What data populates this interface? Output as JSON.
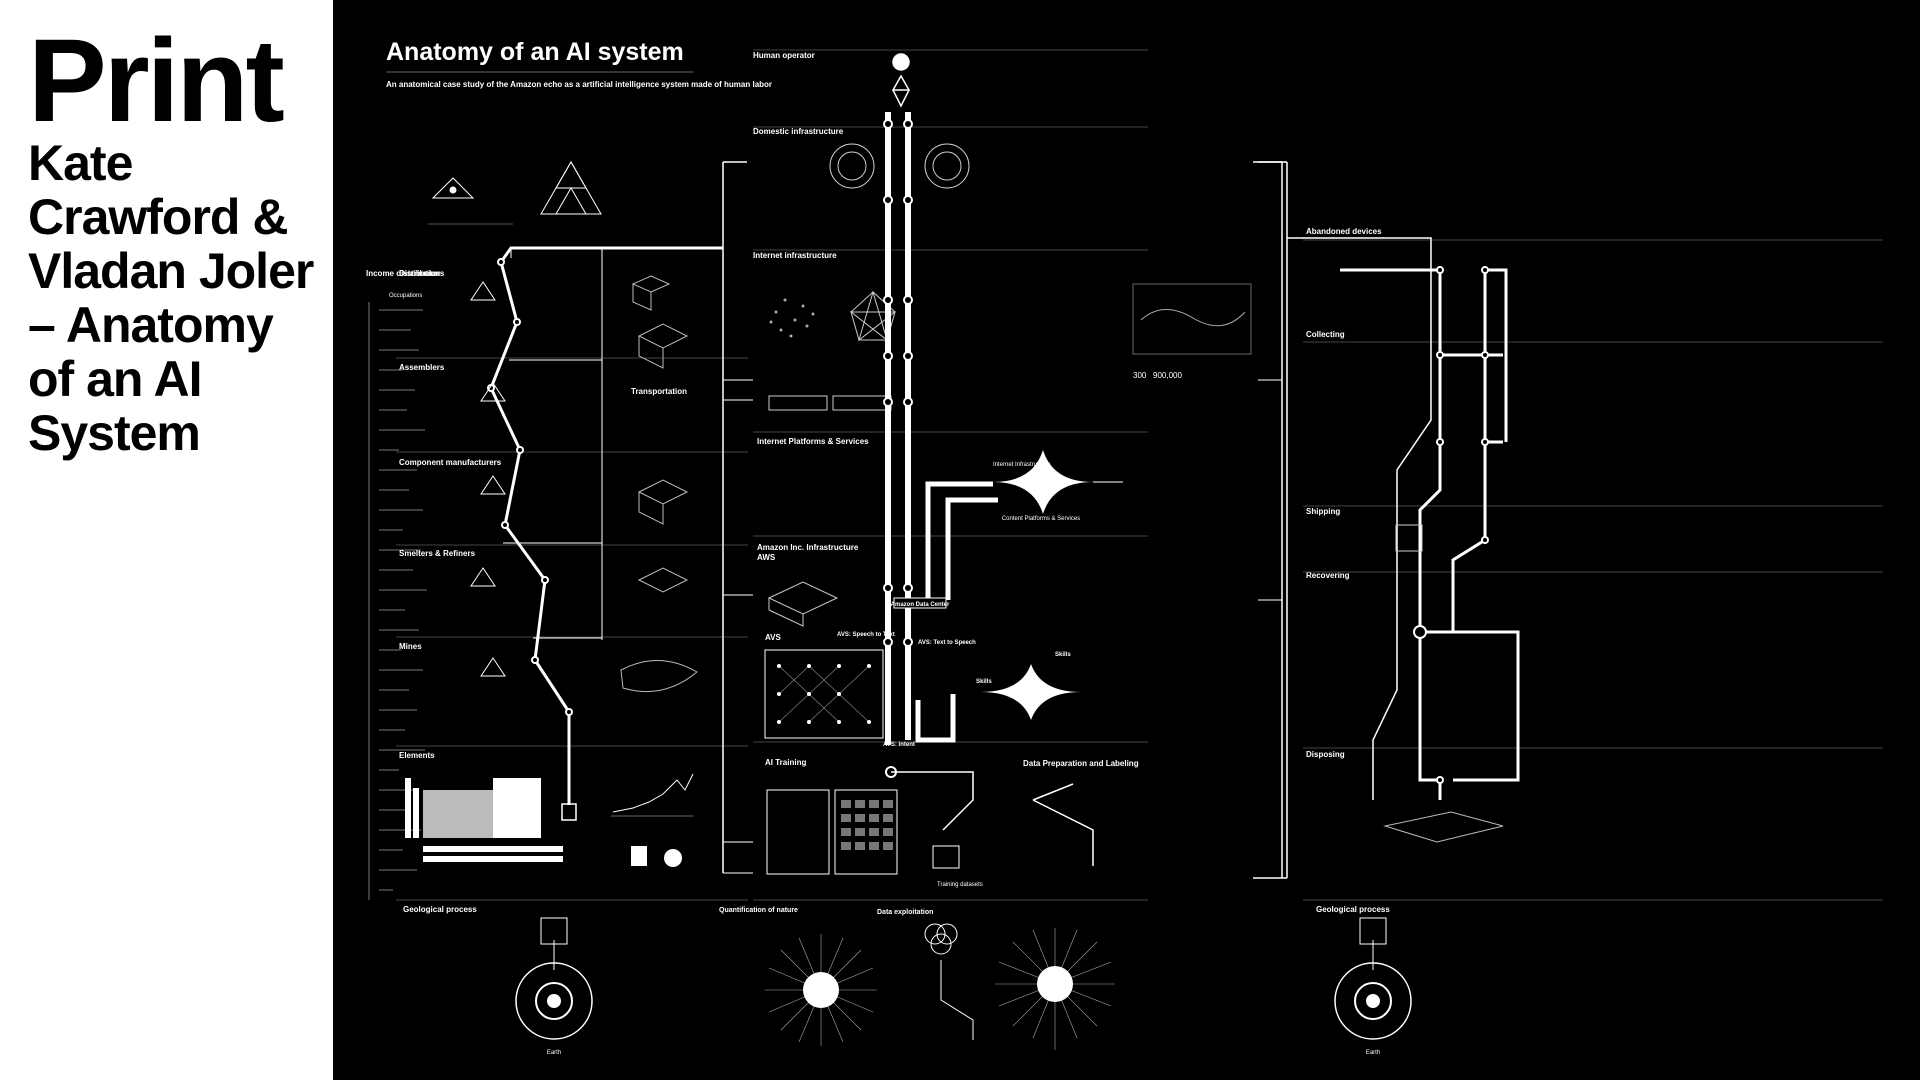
{
  "slide": {
    "kicker": "Print",
    "subtitle": "Kate Crawford & Vladan Joler – Anatomy of an AI System"
  },
  "poster": {
    "title": "Anatomy of an AI system",
    "tagline": "An anatomical case study of the Amazon echo as a artificial intelligence system made of human labor",
    "colors": {
      "background": "#000000",
      "ink": "#ffffff"
    },
    "sections": {
      "human_operator": "Human operator",
      "domestic_infrastructure": "Domestic infrastructure",
      "internet_infrastructure": "Internet infrastructure",
      "internet_platforms": "Internet Platforms & Services",
      "amazon_infrastructure": "Amazon Inc. Infrastructure",
      "aws": "AWS",
      "avs": "AVS",
      "ai_training": "AI Training",
      "data_preparation": "Data Preparation and Labeling",
      "income_distribution": "Income distribution",
      "occupations": "Occupations",
      "distributors": "Distributors",
      "assemblers": "Assemblers",
      "component_manufacturers": "Component manufacturers",
      "smelters": "Smelters & Refiners",
      "mines": "Mines",
      "elements": "Elements",
      "transportation": "Transportation",
      "abandoned_devices": "Abandoned devices",
      "collecting": "Collecting",
      "shipping": "Shipping",
      "recovering": "Recovering",
      "disposing": "Disposing",
      "geological_left": "Geological process",
      "geological_right": "Geological process",
      "quantification": "Quantification of nature",
      "data_exploitation": "Data exploitation",
      "earth_left": "Earth",
      "earth_right": "Earth"
    },
    "labels": {
      "amazon_data_center": "Amazon Data Center",
      "avs_speech_to_text": "AVS: Speech to Text",
      "avs_text_to_speech": "AVS: Text to Speech",
      "avs_intent": "AVS: Intent",
      "skills_top": "Skills",
      "skills_mid": "Skills",
      "content_platforms": "Content Platforms & Services",
      "internet_infra_node": "Internet Infrastructure",
      "training_datasets": "Training datasets",
      "counter_a": "300",
      "counter_b": "900,000"
    }
  }
}
